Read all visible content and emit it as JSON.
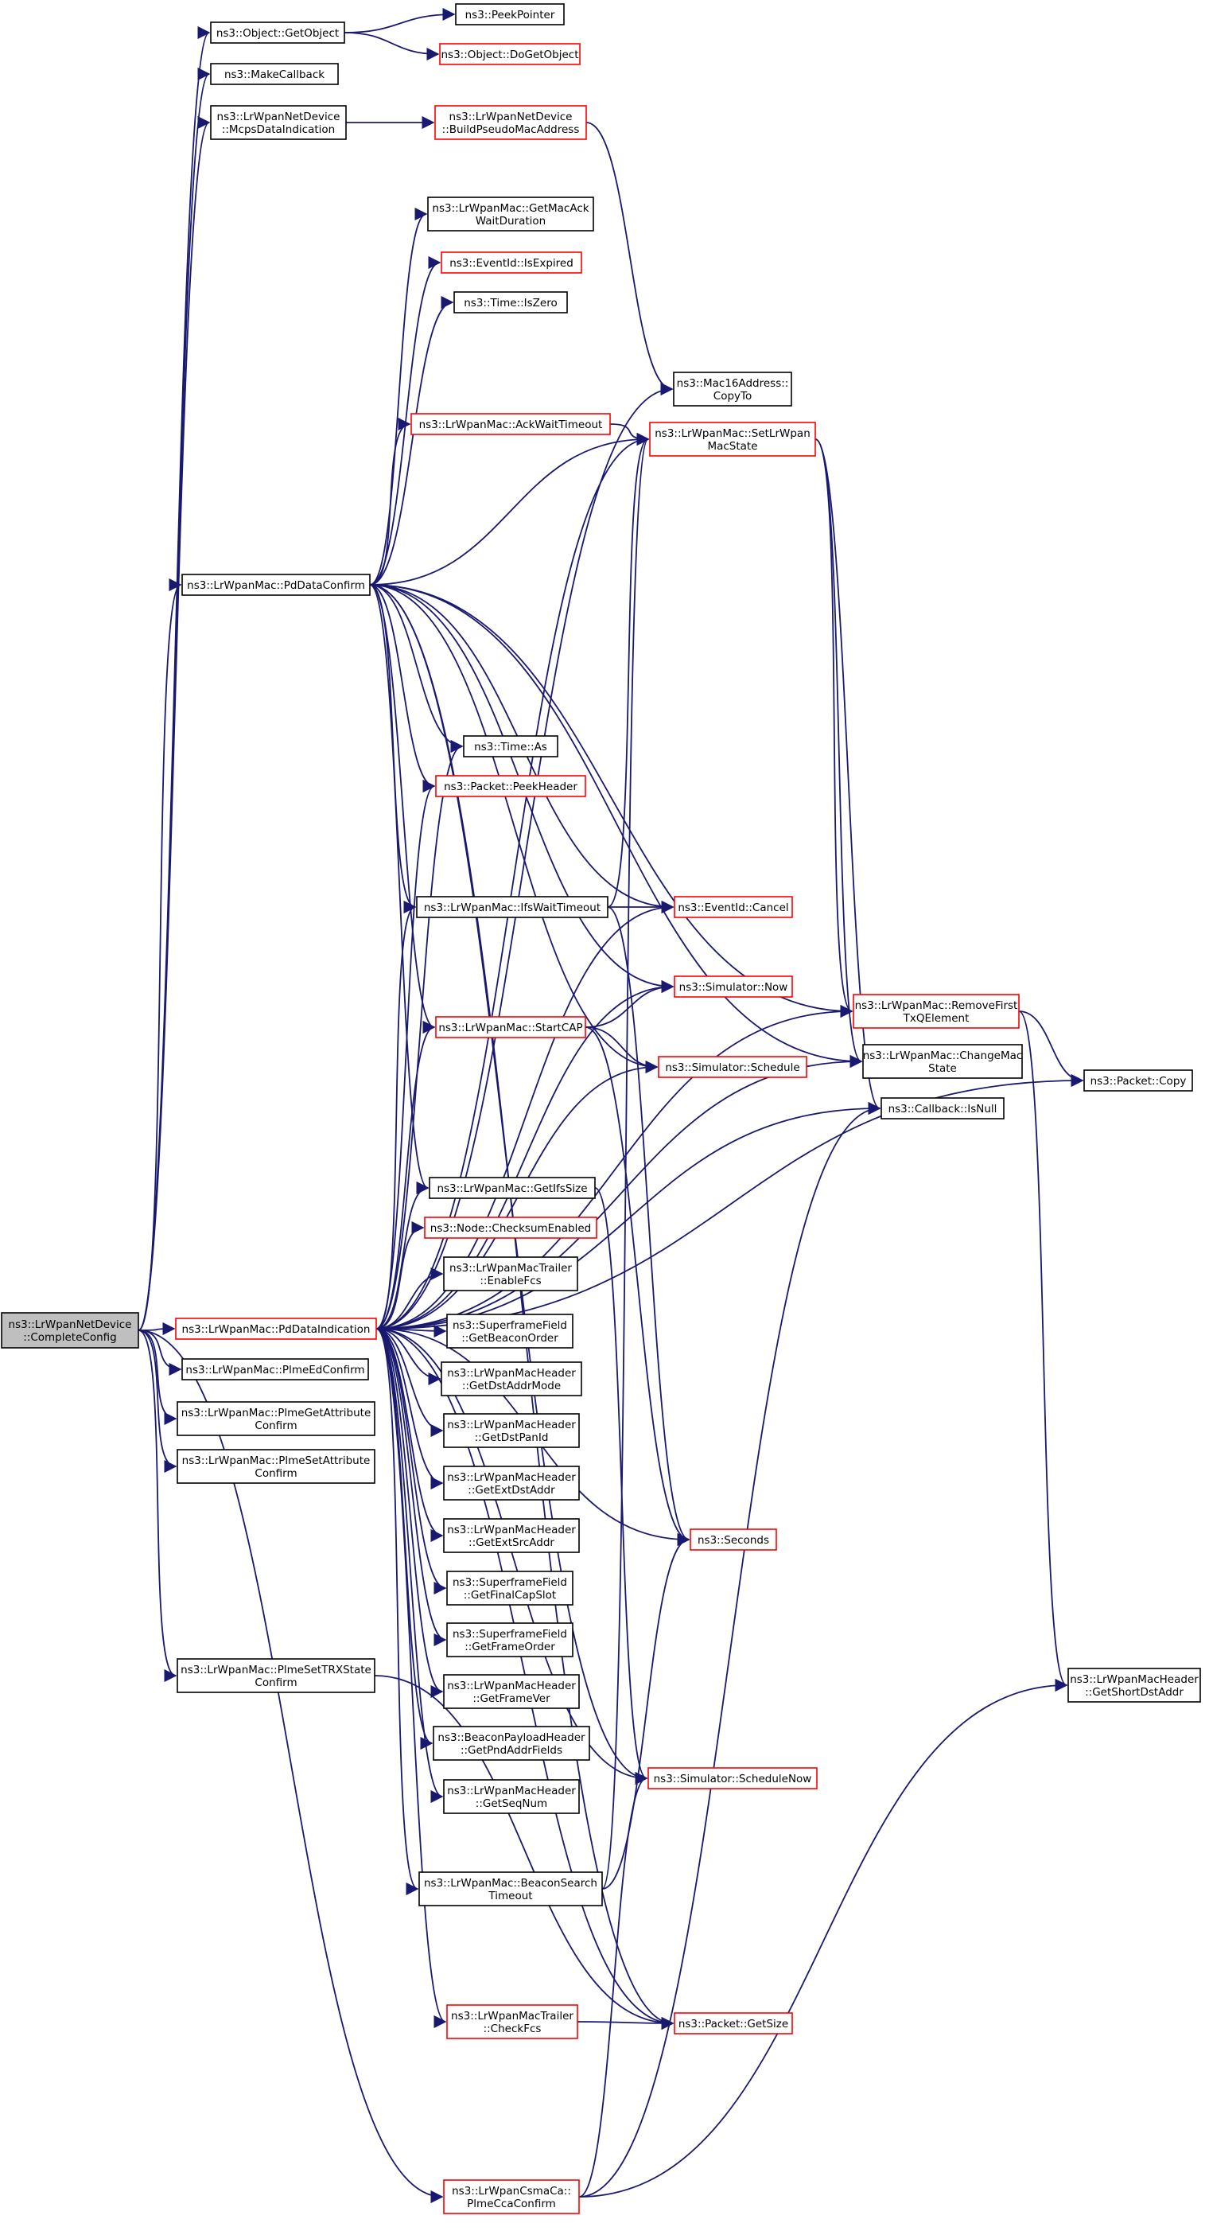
{
  "colors": {
    "edge": "#191970",
    "node_border": "#000000",
    "incomplete_border": "#ff0000",
    "root_fill": "#bfbfbf",
    "background": "#ffffff"
  },
  "nodes": {
    "completeconfig": {
      "lines": [
        "ns3::LrWpanNetDevice",
        "::CompleteConfig"
      ],
      "style": "root"
    },
    "getobject": {
      "lines": [
        "ns3::Object::GetObject"
      ],
      "style": "normal"
    },
    "peekpointer": {
      "lines": [
        "ns3::PeekPointer"
      ],
      "style": "normal"
    },
    "dogetobject": {
      "lines": [
        "ns3::Object::DoGetObject"
      ],
      "style": "red"
    },
    "makecallback": {
      "lines": [
        "ns3::MakeCallback"
      ],
      "style": "normal"
    },
    "mcpsdataindication": {
      "lines": [
        "ns3::LrWpanNetDevice",
        "::McpsDataIndication"
      ],
      "style": "normal"
    },
    "buildpseudomac": {
      "lines": [
        "ns3::LrWpanNetDevice",
        "::BuildPseudoMacAddress"
      ],
      "style": "red"
    },
    "getmacackwait": {
      "lines": [
        "ns3::LrWpanMac::GetMacAck",
        "WaitDuration"
      ],
      "style": "normal"
    },
    "isexpired": {
      "lines": [
        "ns3::EventId::IsExpired"
      ],
      "style": "red"
    },
    "iszero": {
      "lines": [
        "ns3::Time::IsZero"
      ],
      "style": "normal"
    },
    "copyto": {
      "lines": [
        "ns3::Mac16Address::",
        "CopyTo"
      ],
      "style": "normal"
    },
    "ackwaittimeout": {
      "lines": [
        "ns3::LrWpanMac::AckWaitTimeout"
      ],
      "style": "red"
    },
    "setlrwpanmacstate": {
      "lines": [
        "ns3::LrWpanMac::SetLrWpan",
        "MacState"
      ],
      "style": "red"
    },
    "pddataconfirm": {
      "lines": [
        "ns3::LrWpanMac::PdDataConfirm"
      ],
      "style": "normal"
    },
    "timeas": {
      "lines": [
        "ns3::Time::As"
      ],
      "style": "normal"
    },
    "peekheader": {
      "lines": [
        "ns3::Packet::PeekHeader"
      ],
      "style": "red"
    },
    "ifswaittimeout": {
      "lines": [
        "ns3::LrWpanMac::IfsWaitTimeout"
      ],
      "style": "normal"
    },
    "cancel": {
      "lines": [
        "ns3::EventId::Cancel"
      ],
      "style": "red"
    },
    "simnow": {
      "lines": [
        "ns3::Simulator::Now"
      ],
      "style": "red"
    },
    "removefirst": {
      "lines": [
        "ns3::LrWpanMac::RemoveFirst",
        "TxQElement"
      ],
      "style": "red"
    },
    "startcap": {
      "lines": [
        "ns3::LrWpanMac::StartCAP"
      ],
      "style": "red"
    },
    "schedule": {
      "lines": [
        "ns3::Simulator::Schedule"
      ],
      "style": "red"
    },
    "changemacstate": {
      "lines": [
        "ns3::LrWpanMac::ChangeMac",
        "State"
      ],
      "style": "normal"
    },
    "packetcopy": {
      "lines": [
        "ns3::Packet::Copy"
      ],
      "style": "normal"
    },
    "isnull": {
      "lines": [
        "ns3::Callback::IsNull"
      ],
      "style": "normal"
    },
    "getifssize": {
      "lines": [
        "ns3::LrWpanMac::GetIfsSize"
      ],
      "style": "normal"
    },
    "checksumenabled": {
      "lines": [
        "ns3::Node::ChecksumEnabled"
      ],
      "style": "red"
    },
    "enablefcs": {
      "lines": [
        "ns3::LrWpanMacTrailer",
        "::EnableFcs"
      ],
      "style": "normal"
    },
    "pddataindication": {
      "lines": [
        "ns3::LrWpanMac::PdDataIndication"
      ],
      "style": "red"
    },
    "getbeaconorder": {
      "lines": [
        "ns3::SuperframeField",
        "::GetBeaconOrder"
      ],
      "style": "normal"
    },
    "plmeedconfirm": {
      "lines": [
        "ns3::LrWpanMac::PlmeEdConfirm"
      ],
      "style": "normal"
    },
    "getdstaddrmode": {
      "lines": [
        "ns3::LrWpanMacHeader",
        "::GetDstAddrMode"
      ],
      "style": "normal"
    },
    "plmegetattr": {
      "lines": [
        "ns3::LrWpanMac::PlmeGetAttribute",
        "Confirm"
      ],
      "style": "normal"
    },
    "getdstpanid": {
      "lines": [
        "ns3::LrWpanMacHeader",
        "::GetDstPanId"
      ],
      "style": "normal"
    },
    "plmesetattr": {
      "lines": [
        "ns3::LrWpanMac::PlmeSetAttribute",
        "Confirm"
      ],
      "style": "normal"
    },
    "getextdstaddr": {
      "lines": [
        "ns3::LrWpanMacHeader",
        "::GetExtDstAddr"
      ],
      "style": "normal"
    },
    "getextsrcaddr": {
      "lines": [
        "ns3::LrWpanMacHeader",
        "::GetExtSrcAddr"
      ],
      "style": "normal"
    },
    "seconds": {
      "lines": [
        "ns3::Seconds"
      ],
      "style": "red"
    },
    "getfinalcapslot": {
      "lines": [
        "ns3::SuperframeField",
        "::GetFinalCapSlot"
      ],
      "style": "normal"
    },
    "getframeorder": {
      "lines": [
        "ns3::SuperframeField",
        "::GetFrameOrder"
      ],
      "style": "normal"
    },
    "plmesettrxstate": {
      "lines": [
        "ns3::LrWpanMac::PlmeSetTRXState",
        "Confirm"
      ],
      "style": "normal"
    },
    "getshortdstaddr": {
      "lines": [
        "ns3::LrWpanMacHeader",
        "::GetShortDstAddr"
      ],
      "style": "normal"
    },
    "getframever": {
      "lines": [
        "ns3::LrWpanMacHeader",
        "::GetFrameVer"
      ],
      "style": "normal"
    },
    "getpndaddrfields": {
      "lines": [
        "ns3::BeaconPayloadHeader",
        "::GetPndAddrFields"
      ],
      "style": "normal"
    },
    "schedulenow": {
      "lines": [
        "ns3::Simulator::ScheduleNow"
      ],
      "style": "red"
    },
    "getseqnum": {
      "lines": [
        "ns3::LrWpanMacHeader",
        "::GetSeqNum"
      ],
      "style": "normal"
    },
    "beaconsearchtimeout": {
      "lines": [
        "ns3::LrWpanMac::BeaconSearch",
        "Timeout"
      ],
      "style": "normal"
    },
    "checkfcs": {
      "lines": [
        "ns3::LrWpanMacTrailer",
        "::CheckFcs"
      ],
      "style": "red"
    },
    "getsize": {
      "lines": [
        "ns3::Packet::GetSize"
      ],
      "style": "red"
    },
    "plmeccaconfirm": {
      "lines": [
        "ns3::LrWpanCsmaCa::",
        "PlmeCcaConfirm"
      ],
      "style": "red"
    }
  },
  "edges": [
    [
      "completeconfig",
      "getobject"
    ],
    [
      "completeconfig",
      "makecallback"
    ],
    [
      "completeconfig",
      "mcpsdataindication"
    ],
    [
      "completeconfig",
      "pddataconfirm"
    ],
    [
      "completeconfig",
      "pddataindication"
    ],
    [
      "completeconfig",
      "plmeedconfirm"
    ],
    [
      "completeconfig",
      "plmegetattr"
    ],
    [
      "completeconfig",
      "plmesetattr"
    ],
    [
      "completeconfig",
      "plmesettrxstate"
    ],
    [
      "completeconfig",
      "plmeccaconfirm"
    ],
    [
      "getobject",
      "peekpointer"
    ],
    [
      "getobject",
      "dogetobject"
    ],
    [
      "mcpsdataindication",
      "buildpseudomac"
    ],
    [
      "buildpseudomac",
      "copyto"
    ],
    [
      "pddataconfirm",
      "getmacackwait"
    ],
    [
      "pddataconfirm",
      "isexpired"
    ],
    [
      "pddataconfirm",
      "iszero"
    ],
    [
      "pddataconfirm",
      "ackwaittimeout"
    ],
    [
      "pddataconfirm",
      "setlrwpanmacstate"
    ],
    [
      "pddataconfirm",
      "removefirst"
    ],
    [
      "pddataconfirm",
      "timeas"
    ],
    [
      "pddataconfirm",
      "peekheader"
    ],
    [
      "pddataconfirm",
      "ifswaittimeout"
    ],
    [
      "pddataconfirm",
      "cancel"
    ],
    [
      "pddataconfirm",
      "simnow"
    ],
    [
      "pddataconfirm",
      "startcap"
    ],
    [
      "pddataconfirm",
      "schedule"
    ],
    [
      "pddataconfirm",
      "changemacstate"
    ],
    [
      "pddataconfirm",
      "getifssize"
    ],
    [
      "pddataconfirm",
      "getsize"
    ],
    [
      "pddataconfirm",
      "schedulenow"
    ],
    [
      "ackwaittimeout",
      "setlrwpanmacstate"
    ],
    [
      "setlrwpanmacstate",
      "removefirst"
    ],
    [
      "setlrwpanmacstate",
      "changemacstate"
    ],
    [
      "setlrwpanmacstate",
      "isnull"
    ],
    [
      "removefirst",
      "packetcopy"
    ],
    [
      "removefirst",
      "getshortdstaddr"
    ],
    [
      "ifswaittimeout",
      "setlrwpanmacstate"
    ],
    [
      "ifswaittimeout",
      "cancel"
    ],
    [
      "ifswaittimeout",
      "seconds"
    ],
    [
      "startcap",
      "simnow"
    ],
    [
      "startcap",
      "schedule"
    ],
    [
      "startcap",
      "seconds"
    ],
    [
      "getifssize",
      "schedulenow"
    ],
    [
      "pddataindication",
      "copyto"
    ],
    [
      "pddataindication",
      "setlrwpanmacstate"
    ],
    [
      "pddataindication",
      "timeas"
    ],
    [
      "pddataindication",
      "peekheader"
    ],
    [
      "pddataindication",
      "ifswaittimeout"
    ],
    [
      "pddataindication",
      "cancel"
    ],
    [
      "pddataindication",
      "simnow"
    ],
    [
      "pddataindication",
      "removefirst"
    ],
    [
      "pddataindication",
      "startcap"
    ],
    [
      "pddataindication",
      "schedule"
    ],
    [
      "pddataindication",
      "changemacstate"
    ],
    [
      "pddataindication",
      "packetcopy"
    ],
    [
      "pddataindication",
      "isnull"
    ],
    [
      "pddataindication",
      "getifssize"
    ],
    [
      "pddataindication",
      "checksumenabled"
    ],
    [
      "pddataindication",
      "enablefcs"
    ],
    [
      "pddataindication",
      "getbeaconorder"
    ],
    [
      "pddataindication",
      "getdstaddrmode"
    ],
    [
      "pddataindication",
      "getdstpanid"
    ],
    [
      "pddataindication",
      "getextdstaddr"
    ],
    [
      "pddataindication",
      "getextsrcaddr"
    ],
    [
      "pddataindication",
      "getfinalcapslot"
    ],
    [
      "pddataindication",
      "getframeorder"
    ],
    [
      "pddataindication",
      "getframever"
    ],
    [
      "pddataindication",
      "getpndaddrfields"
    ],
    [
      "pddataindication",
      "getseqnum"
    ],
    [
      "pddataindication",
      "seconds"
    ],
    [
      "pddataindication",
      "beaconsearchtimeout"
    ],
    [
      "pddataindication",
      "checkfcs"
    ],
    [
      "pddataindication",
      "getsize"
    ],
    [
      "pddataindication",
      "schedulenow"
    ],
    [
      "beaconsearchtimeout",
      "setlrwpanmacstate"
    ],
    [
      "beaconsearchtimeout",
      "seconds"
    ],
    [
      "checkfcs",
      "getsize"
    ],
    [
      "plmesettrxstate",
      "getsize"
    ],
    [
      "plmeccaconfirm",
      "schedulenow"
    ],
    [
      "plmeccaconfirm",
      "isnull"
    ],
    [
      "plmeccaconfirm",
      "getshortdstaddr"
    ]
  ]
}
